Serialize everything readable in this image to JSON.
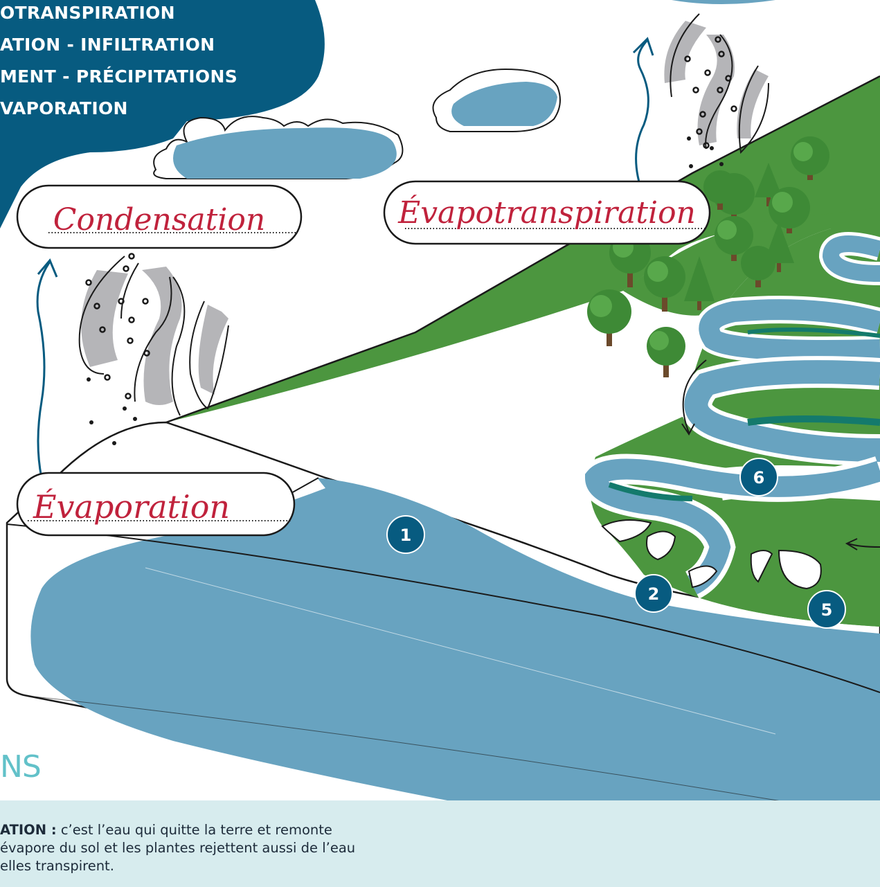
{
  "header_bubble": {
    "lines": [
      "OTRANSPIRATION",
      "ATION - INFILTRATION",
      "MENT - PRÉCIPITATIONS",
      "VAPORATION"
    ]
  },
  "labels": {
    "condensation": "Condensation",
    "evapotranspiration": "Évapotranspiration",
    "evaporation": "Évaporation"
  },
  "markers": [
    "1",
    "2",
    "5",
    "6"
  ],
  "section_heading": "NS",
  "definition": {
    "term": "ATION :",
    "line1": " c’est l’eau qui quitte la terre et remonte",
    "line2": "évapore du sol et les plantes rejettent aussi de l’eau",
    "line3": "elles transpirent."
  },
  "colors": {
    "navy": "#075b80",
    "water": "#68a3c0",
    "land": "#4c963f",
    "dark_teal": "#147a6c",
    "steam_gray": "#b5b5b8",
    "label_red": "#c0223c",
    "definition_bg": "#d7ecee",
    "heading": "#62c1c9"
  },
  "icons": [
    "up-arrow-icon",
    "curved-arrow-icon",
    "left-arrow-icon",
    "tree-icon",
    "fir-tree-icon",
    "cloud-icon",
    "steam-icon"
  ]
}
